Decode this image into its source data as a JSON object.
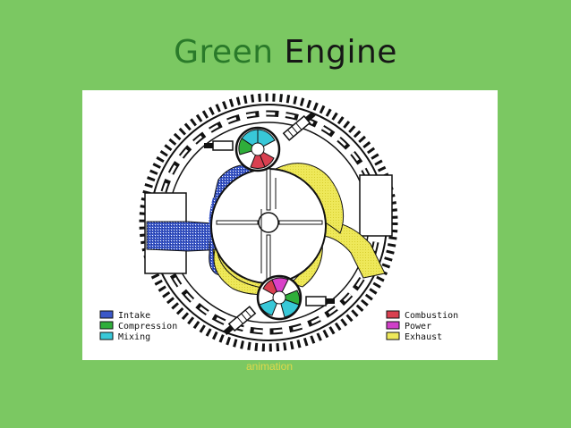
{
  "title": {
    "word1": "Green",
    "word2": "Engine",
    "word1_color": "#2a7a2a",
    "word2_color": "#161616"
  },
  "legend": {
    "left": [
      {
        "label": "Intake",
        "color": "#3b58c8"
      },
      {
        "label": "Compression",
        "color": "#2fae3a"
      },
      {
        "label": "Mixing",
        "color": "#38c8d8"
      }
    ],
    "right": [
      {
        "label": "Combustion",
        "color": "#d94050"
      },
      {
        "label": "Power",
        "color": "#d040c8"
      },
      {
        "label": "Exhaust",
        "color": "#eee85a"
      }
    ]
  },
  "caption": "animation",
  "colors": {
    "background": "#7bc862",
    "panel": "#ffffff",
    "intake": "#3b58c8",
    "exhaust": "#eee85a"
  }
}
